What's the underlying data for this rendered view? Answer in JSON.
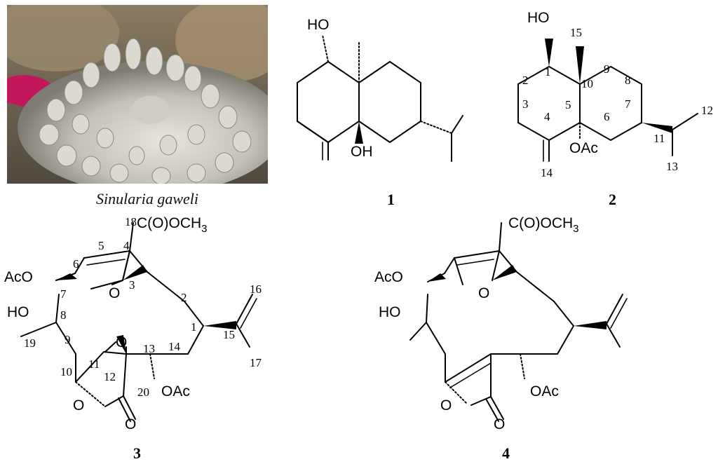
{
  "photo": {
    "caption": "Sinularia gaweli"
  },
  "compounds": [
    {
      "number": "1",
      "labels": {
        "oh_top": "HO",
        "oh_bottom": "OH"
      }
    },
    {
      "number": "2",
      "labels": {
        "oh": "HO",
        "oac": "OAc",
        "locants": [
          "1",
          "2",
          "3",
          "4",
          "5",
          "6",
          "7",
          "8",
          "9",
          "10",
          "11",
          "12",
          "13",
          "14",
          "15"
        ]
      }
    },
    {
      "number": "3",
      "labels": {
        "ester": "C(O)OCH",
        "ester_sub": "3",
        "ester_locant": "18",
        "aco": "AcO",
        "ho": "HO",
        "oac": "OAc",
        "epoxide_o": "O",
        "ring_o": "O",
        "lactone_o": "O",
        "carbonyl_o": "O",
        "locants": [
          "1",
          "2",
          "3",
          "4",
          "5",
          "6",
          "7",
          "8",
          "9",
          "10",
          "11",
          "12",
          "13",
          "14",
          "15",
          "16",
          "17",
          "19",
          "20"
        ]
      }
    },
    {
      "number": "4",
      "labels": {
        "ester": "C(O)OCH",
        "ester_sub": "3",
        "aco": "AcO",
        "ho": "HO",
        "oac": "OAc",
        "ring_o": "O",
        "lactone_o": "O",
        "carbonyl_o": "O"
      }
    }
  ],
  "colors": {
    "ink": "#000000",
    "coral_light": "#d9d9cf",
    "coral_dark": "#6f6a5e",
    "sponge": "#c2185b"
  }
}
